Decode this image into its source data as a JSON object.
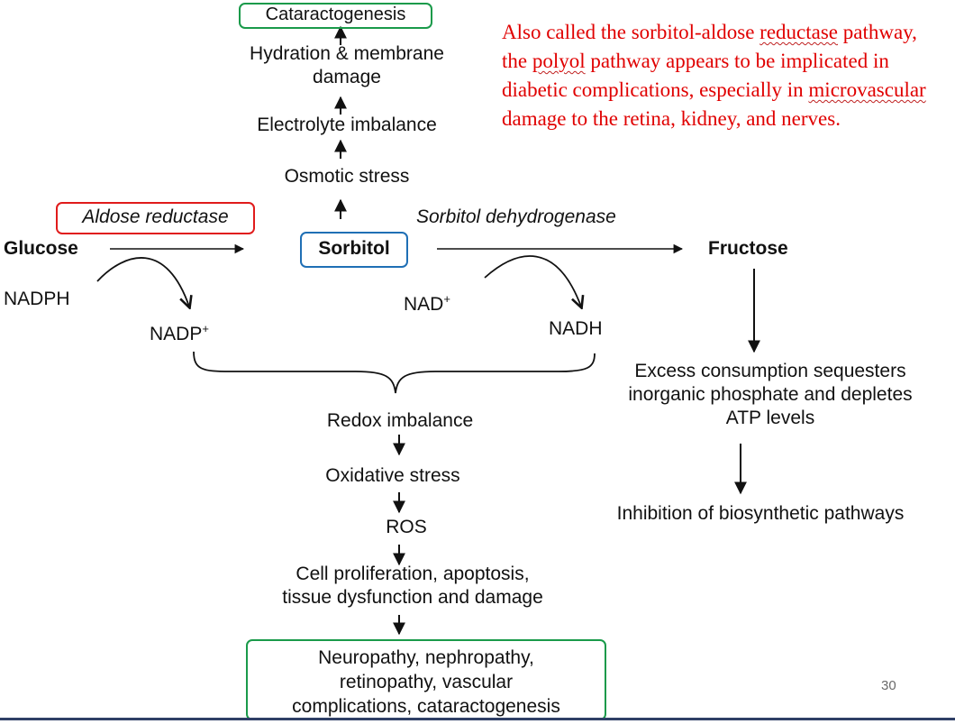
{
  "top_chain": {
    "cataractogenesis": "Cataractogenesis",
    "hydration_line1": "Hydration & membrane",
    "hydration_line2": "damage",
    "electrolyte": "Electrolyte imbalance",
    "osmotic": "Osmotic stress"
  },
  "enzymes": {
    "aldose_reductase": "Aldose reductase",
    "sorbitol_dehydrogenase": "Sorbitol dehydrogenase"
  },
  "metabolites": {
    "glucose": "Glucose",
    "sorbitol": "Sorbitol",
    "fructose": "Fructose"
  },
  "cofactors": {
    "nadph": "NADPH",
    "nadp_base": "NADP",
    "nadp_sup": "+",
    "nad_base": "NAD",
    "nad_sup": "+",
    "nadh": "NADH"
  },
  "redox_chain": {
    "redox": "Redox imbalance",
    "oxidative": "Oxidative stress",
    "ros": "ROS",
    "cell_line1": "Cell proliferation, apoptosis,",
    "cell_line2": "tissue dysfunction and damage",
    "outcome_line1": "Neuropathy, nephropathy,",
    "outcome_line2": "retinopathy, vascular",
    "outcome_line3": "complications, cataractogenesis"
  },
  "fructose_chain": {
    "excess_line1": "Excess consumption sequesters",
    "excess_line2": "inorganic phosphate and depletes",
    "excess_line3": "ATP levels",
    "inhibition": "Inhibition of biosynthetic pathways"
  },
  "note": {
    "t1": "Also called the sorbitol-aldose ",
    "w1": "reductase",
    "t2": "pathway, the ",
    "w2": "polyol",
    "t3": " pathway appears to be implicated in diabetic complications, especially in ",
    "w3": "microvascular",
    "t4": " damage to the retina, kidney, and nerves."
  },
  "page_number": "30",
  "colors": {
    "red_box": "#e01b1b",
    "blue_box": "#1f6fb5",
    "green_box": "#1a9a4a",
    "note_text": "#e00000"
  }
}
